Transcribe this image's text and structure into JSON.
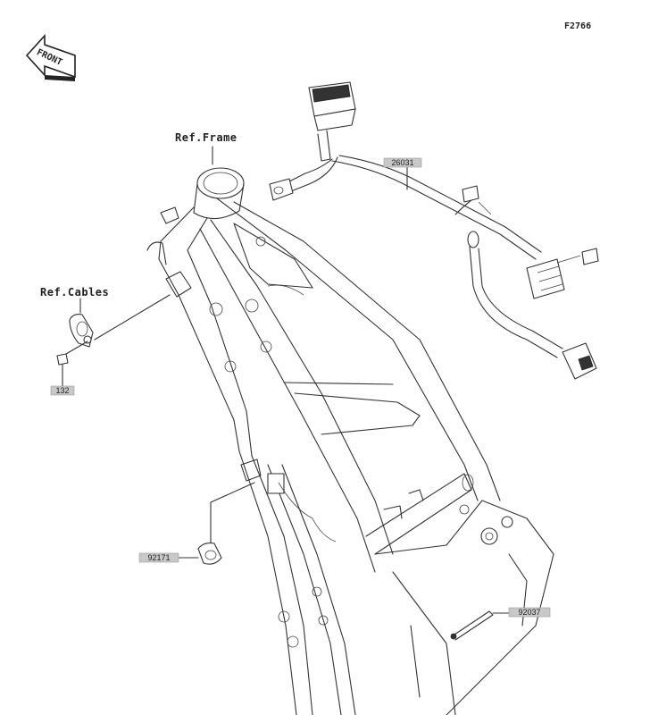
{
  "diagram_code": "F2766",
  "front_label": "FRONT",
  "ref_frame": "Ref.Frame",
  "ref_cables": "Ref.Cables",
  "parts": {
    "p26031": "26031",
    "p132": "132",
    "p92171": "92171",
    "p92037": "92037"
  }
}
